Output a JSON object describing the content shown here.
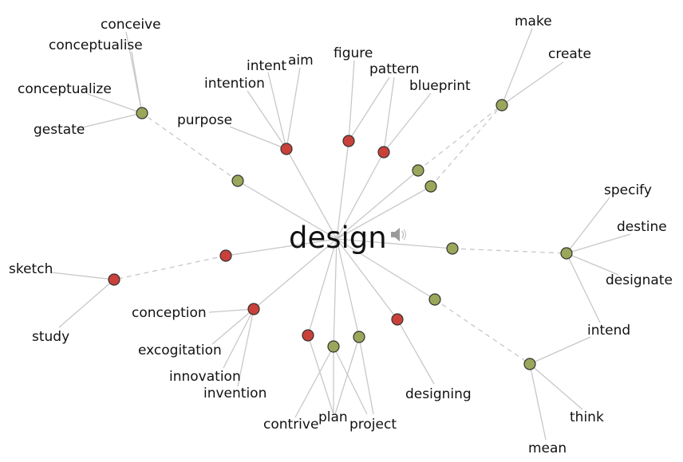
{
  "colors": {
    "noun": "#c9413a",
    "verb": "#9aa75a",
    "edge": "#c8c8c8"
  },
  "center": {
    "word": "design"
  },
  "icons": {
    "audio": "speaker-icon"
  },
  "words": {
    "conceive": "conceive",
    "conceptualise": "conceptualise",
    "conceptualize": "conceptualize",
    "gestate": "gestate",
    "intention": "intention",
    "intent": "intent",
    "aim": "aim",
    "purpose": "purpose",
    "figure": "figure",
    "pattern": "pattern",
    "blueprint": "blueprint",
    "make": "make",
    "create": "create",
    "specify": "specify",
    "destine": "destine",
    "designate": "designate",
    "intend": "intend",
    "think": "think",
    "mean": "mean",
    "sketch": "sketch",
    "study": "study",
    "conception": "conception",
    "excogitation": "excogitation",
    "innovation": "innovation",
    "invention": "invention",
    "contrive": "contrive",
    "plan": "plan",
    "project": "project",
    "designing": "designing"
  },
  "graph": {
    "sense_nodes": [
      {
        "id": "s-conceive",
        "kind": "verb",
        "words": [
          "conceive",
          "conceptualise",
          "conceptualize",
          "gestate"
        ]
      },
      {
        "id": "s-intention",
        "kind": "noun",
        "words": [
          "intention",
          "intent",
          "aim",
          "purpose"
        ]
      },
      {
        "id": "s-figure",
        "kind": "noun",
        "words": [
          "figure"
        ]
      },
      {
        "id": "s-pattern",
        "kind": "noun",
        "words": [
          "pattern",
          "blueprint"
        ]
      },
      {
        "id": "s-create",
        "kind": "verb",
        "words": [
          "make",
          "create"
        ]
      },
      {
        "id": "s-specify",
        "kind": "verb",
        "words": [
          "specify",
          "destine",
          "designate",
          "intend"
        ]
      },
      {
        "id": "s-mean",
        "kind": "verb",
        "words": [
          "intend",
          "think",
          "mean"
        ]
      },
      {
        "id": "s-sketch",
        "kind": "noun",
        "words": [
          "sketch",
          "study"
        ]
      },
      {
        "id": "s-conception",
        "kind": "noun",
        "words": [
          "conception",
          "excogitation",
          "innovation",
          "invention"
        ]
      },
      {
        "id": "s-contrive-n",
        "kind": "noun",
        "words": [
          "contrive"
        ]
      },
      {
        "id": "s-plan",
        "kind": "verb",
        "words": [
          "plan"
        ]
      },
      {
        "id": "s-project",
        "kind": "verb",
        "words": [
          "project"
        ]
      },
      {
        "id": "s-designing",
        "kind": "noun",
        "words": [
          "designing"
        ]
      }
    ]
  }
}
